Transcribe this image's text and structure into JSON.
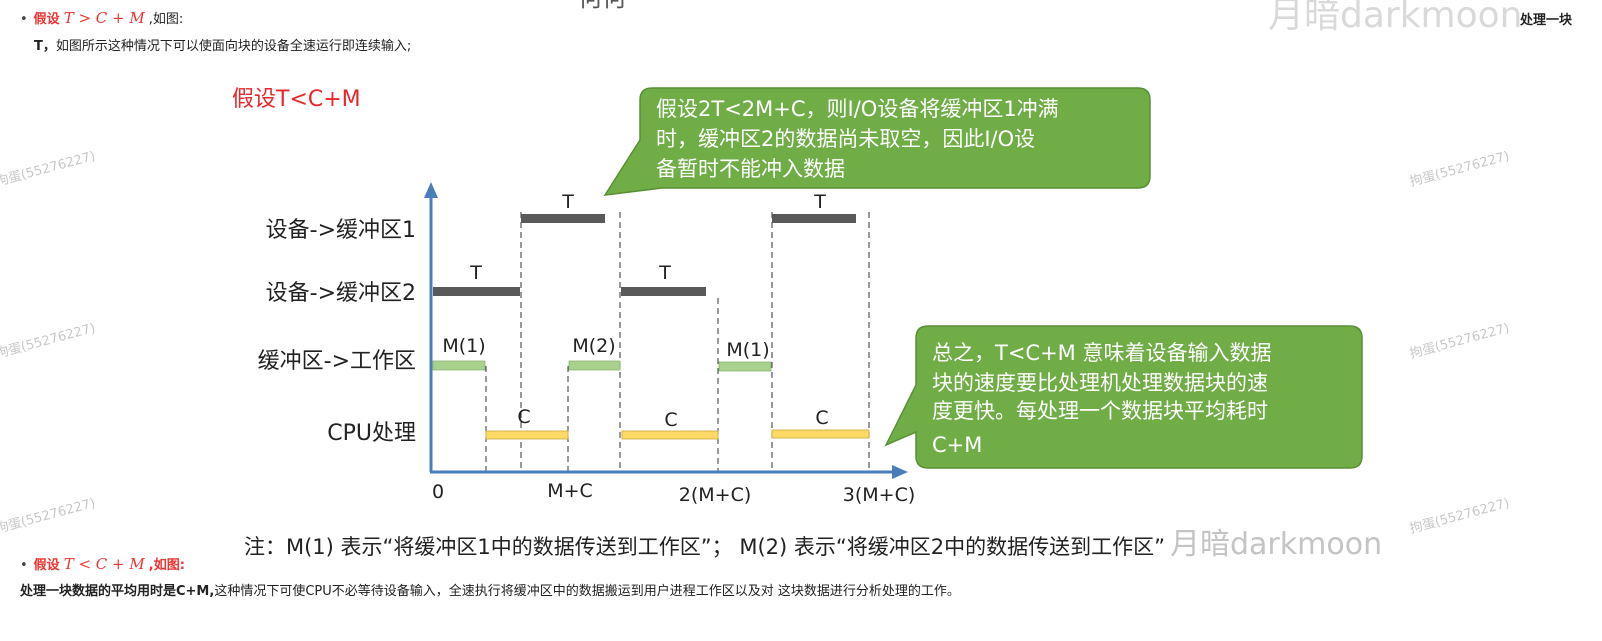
{
  "top_partial_text": "何何",
  "watermark_top": "月暗darkmoon",
  "watermark_side": "拘蛋(55276227)",
  "watermark_bottom": "月暗darkmoon",
  "right_cut_text": "处理一块",
  "line1": {
    "prefix": "假设",
    "formula": "T > C + M",
    "suffix": ",如图:"
  },
  "line2": {
    "bold": "T，",
    "text": "如图所示这种情况下可以使面向块的设备全速运行即连续输入;"
  },
  "diagram": {
    "title": "假设T<C+M",
    "rows": [
      "设备->缓冲区1",
      "设备->缓冲区2",
      "缓冲区->工作区",
      "CPU处理"
    ],
    "x_ticks": [
      "0",
      "M+C",
      "2(M+C)",
      "3(M+C)"
    ],
    "bar_labels": {
      "buf1_a": "T",
      "buf1_b": "T",
      "buf2_a": "T",
      "buf2_b": "T",
      "work_a": "M(1)",
      "work_b": "M(2)",
      "work_c": "M(1)",
      "cpu_a": "C",
      "cpu_b": "C",
      "cpu_c": "C"
    },
    "callout1": [
      "假设2T<2M+C，则I/O设备将缓冲区1冲满",
      "时，缓冲区2的数据尚未取空，因此I/O设",
      "备暂时不能冲入数据"
    ],
    "callout2": [
      "总之，T<C+M 意味着设备输入数据",
      "块的速度要比处理机处理数据块的速",
      "度更快。每处理一个数据块平均耗时",
      "C+M"
    ],
    "note": "注：M(1) 表示“将缓冲区1中的数据传送到工作区”； M(2) 表示“将缓冲区2中的数据传送到工作区”",
    "colors": {
      "axis": "#4a7ebb",
      "device_bar": "#595959",
      "work_bar": "#a9d18e",
      "cpu_bar": "#ffd966",
      "callout_fill": "#70ad47",
      "title_red": "#e8262b"
    }
  },
  "line3": {
    "prefix": "假设",
    "formula": "T < C + M",
    "suffix": ",如图:"
  },
  "line4": {
    "bold": "处理一块数据的平均用时是C+M,",
    "text": "这种情况下可使CPU不必等待设备输入，全速执行将缓冲区中的数据搬运到用户进程工作区以及对      这块数据进行分析处理的工作。"
  }
}
